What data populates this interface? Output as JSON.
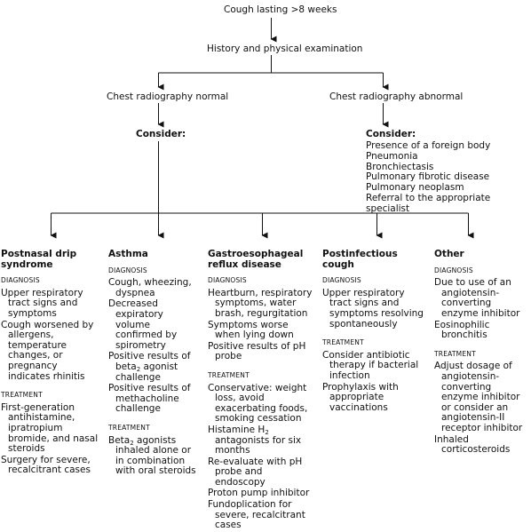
{
  "flow": {
    "top": "Cough lasting >8 weeks",
    "history": "History and physical examination",
    "normal": "Chest radiography normal",
    "abnormal": "Chest radiography abnormal",
    "consider_left": "Consider:",
    "consider_right": "Consider:",
    "abnormal_list": [
      "Presence of a foreign body",
      "Pneumonia",
      "Bronchiectasis",
      "Pulmonary fibrotic disease",
      "Pulmonary neoplasm",
      "Referral to the appropriate specialist"
    ]
  },
  "columns": [
    {
      "title": "Postnasal drip syndrome",
      "diagnosis_label": "DIAGNOSIS",
      "diagnosis": [
        "Upper respiratory tract signs and symptoms",
        "Cough worsened by allergens, temperature changes, or pregnancy indicates rhinitis"
      ],
      "treatment_label": "TREATMENT",
      "treatment": [
        "First-generation antihistamine, ipratropium bromide, and nasal steroids",
        "Surgery for severe, recalcitrant cases"
      ]
    },
    {
      "title": "Asthma",
      "diagnosis_label": "DIAGNOSIS",
      "diagnosis": [
        "Cough, wheezing, dyspnea",
        "Decreased expiratory volume confirmed by spirometry",
        "Positive results of beta2 agonist challenge",
        "Positive results of methacholine challenge"
      ],
      "treatment_label": "TREATMENT",
      "treatment": [
        "Beta2 agonists inhaled alone or in combination with oral steroids"
      ]
    },
    {
      "title": "Gastroesophageal reflux disease",
      "diagnosis_label": "DIAGNOSIS",
      "diagnosis": [
        "Heartburn, respiratory symptoms, water brash, regurgitation",
        "Symptoms worse when lying down",
        "Positive results of pH probe"
      ],
      "treatment_label": "TREATMENT",
      "treatment": [
        "Conservative: weight loss, avoid exacerbating foods, smoking cessation",
        "Histamine H2 antagonists for six months",
        "Re-evaluate with pH probe and endoscopy",
        "Proton pump inhibitor",
        "Fundoplication for severe, recalcitrant cases"
      ]
    },
    {
      "title": "Postinfectious cough",
      "diagnosis_label": "DIAGNOSIS",
      "diagnosis": [
        "Upper respiratory tract signs and symptoms resolving spontaneously"
      ],
      "treatment_label": "TREATMENT",
      "treatment": [
        "Consider antibiotic therapy if bacterial infection",
        "Prophylaxis with appropriate vaccinations"
      ]
    },
    {
      "title": "Other",
      "diagnosis_label": "DIAGNOSIS",
      "diagnosis": [
        "Due to use of an angiotensin-converting enzyme inhibitor",
        "Eosinophilic bronchitis"
      ],
      "treatment_label": "TREATMENT",
      "treatment": [
        "Adjust dosage of angiotensin-converting enzyme inhibitor or consider an angiotensin-II receptor inhibitor",
        "Inhaled corticosteroids"
      ]
    }
  ]
}
